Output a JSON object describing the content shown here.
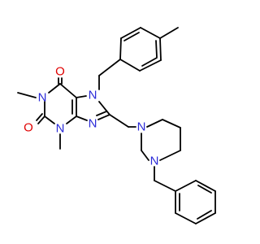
{
  "molecule": {
    "atoms": {
      "O6": {
        "symbol": "O",
        "color": "#e00000"
      },
      "O2": {
        "symbol": "O",
        "color": "#e00000"
      },
      "N1": {
        "symbol": "N",
        "color": "#2b2bd8"
      },
      "N3": {
        "symbol": "N",
        "color": "#2b2bd8"
      },
      "N7": {
        "symbol": "N",
        "color": "#2b2bd8"
      },
      "N9": {
        "symbol": "N",
        "color": "#2b2bd8"
      },
      "NP1": {
        "symbol": "N",
        "color": "#2b2bd8"
      },
      "NP4": {
        "symbol": "N",
        "color": "#2b2bd8"
      }
    },
    "colors": {
      "carbon_bond": "#000000",
      "nitrogen": "#2b2bd8",
      "oxygen": "#e00000",
      "background": "#ffffff"
    }
  }
}
